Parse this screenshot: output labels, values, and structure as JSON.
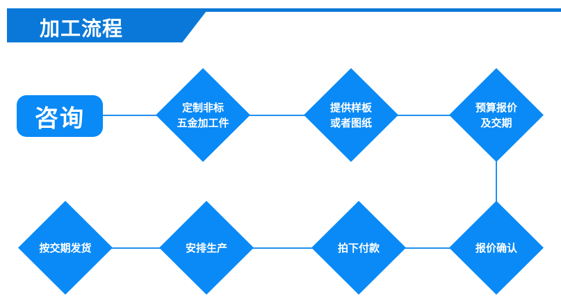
{
  "header": {
    "title": "加工流程"
  },
  "start": {
    "label": "咨询"
  },
  "steps_top": [
    {
      "line1": "定制非标",
      "line2": "五金加工件"
    },
    {
      "line1": "提供样板",
      "line2": "或者图纸"
    },
    {
      "line1": "预算报价",
      "line2": "及交期"
    }
  ],
  "steps_bottom": [
    {
      "label": "报价确认"
    },
    {
      "label": "拍下付款"
    },
    {
      "label": "安排生产"
    },
    {
      "label": "按交期发货"
    }
  ],
  "colors": {
    "header": "#0a78d8",
    "node": "#0a8af6",
    "connector": "#1f8ff0"
  }
}
